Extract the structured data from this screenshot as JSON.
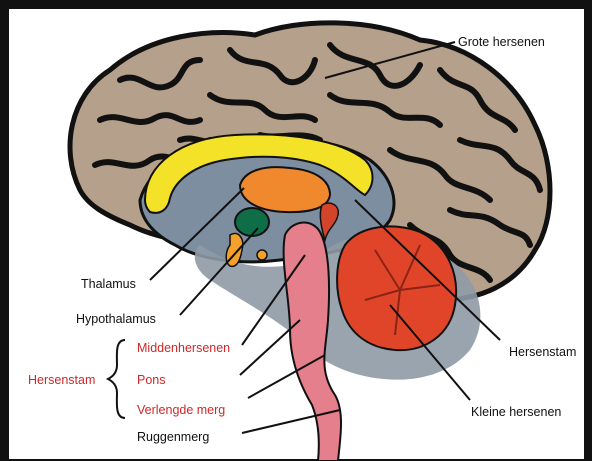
{
  "labels": {
    "grote_hersenen": "Grote hersenen",
    "thalamus": "Thalamus",
    "hypothalamus": "Hypothalamus",
    "middenhersenen": "Middenhersenen",
    "pons": "Pons",
    "verlengde_merg": "Verlengde merg",
    "ruggenmerg": "Ruggenmerg",
    "hersenstam_group": "Hersenstam",
    "hersenstam": "Hersenstam",
    "kleine_hersenen": "Kleine hersenen"
  },
  "colors": {
    "border": "#111111",
    "cortex": "#b5a08b",
    "inner": "#7d8ea0",
    "corpus_callosum": "#f4e229",
    "thalamus": "#f0892e",
    "hypothalamus": "#0f6e47",
    "pituitary": "#f4a12b",
    "brainstem": "#e57f8c",
    "cerebellum": "#e0452a",
    "label_red": "#d02828",
    "label_black": "#111111"
  }
}
